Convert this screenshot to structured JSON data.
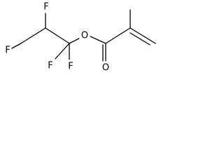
{
  "molecule": {
    "atom_labels": {
      "f_terminal": "F",
      "f_top": "F",
      "f_gem_left": "F",
      "f_gem_right": "F",
      "o_ether": "O",
      "o_carbonyl": "O"
    }
  }
}
